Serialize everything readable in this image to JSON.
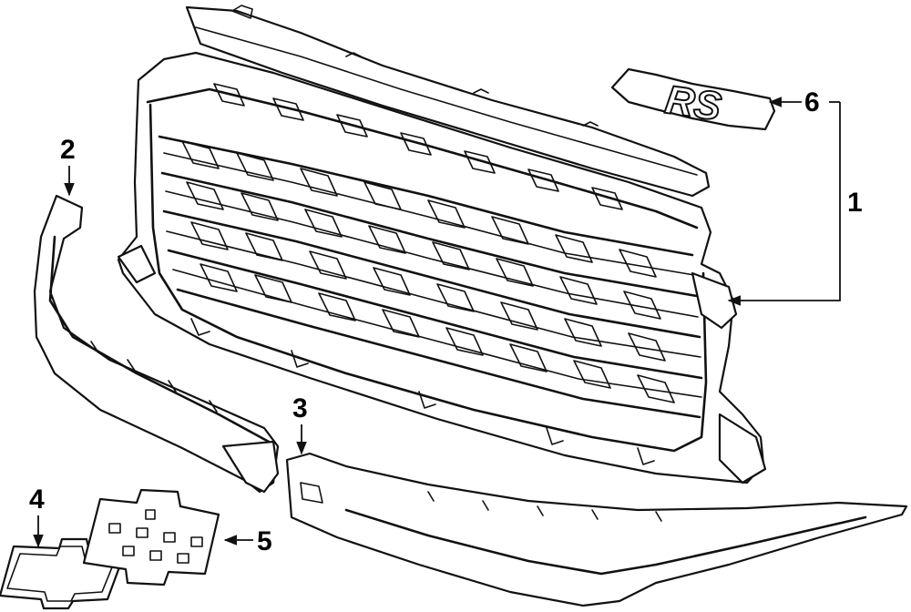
{
  "callouts": [
    {
      "id": "1",
      "label": "1"
    },
    {
      "id": "2",
      "label": "2"
    },
    {
      "id": "3",
      "label": "3"
    },
    {
      "id": "4",
      "label": "4"
    },
    {
      "id": "5",
      "label": "5"
    },
    {
      "id": "6",
      "label": "6"
    }
  ],
  "emblem_text": "RS"
}
